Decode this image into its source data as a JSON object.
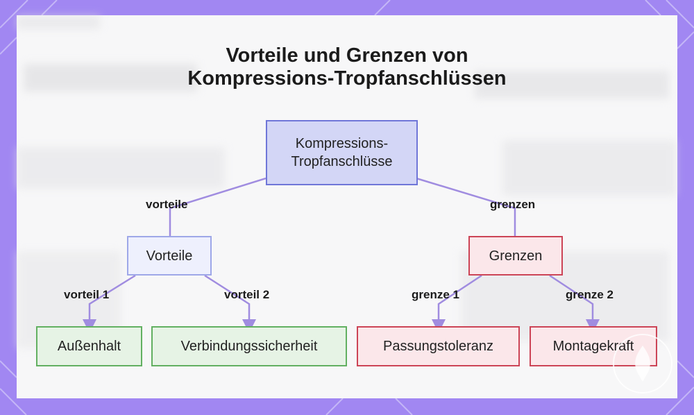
{
  "title": {
    "line1": "Vorteile und Grenzen von",
    "line2": "Kompressions-Tropfanschlüssen"
  },
  "nodes": {
    "root": {
      "line1": "Kompressions-",
      "line2": "Tropfanschlüsse"
    },
    "vorteile": "Vorteile",
    "grenzen": "Grenzen",
    "aussenhalt": "Außenhalt",
    "verbindungssicherheit": "Verbindungssicherheit",
    "passungstoleranz": "Passungstoleranz",
    "montagekraft": "Montagekraft"
  },
  "edges": {
    "vorteile": "vorteile",
    "grenzen": "grenzen",
    "vorteil1": "vorteil 1",
    "vorteil2": "vorteil 2",
    "grenze1": "grenze 1",
    "grenze2": "grenze 2"
  },
  "colors": {
    "edge": "#a08ce0",
    "frame": "#a187f2",
    "root_fill": "#d3d6f6",
    "green_border": "#62b061",
    "red_border": "#cc4456"
  }
}
